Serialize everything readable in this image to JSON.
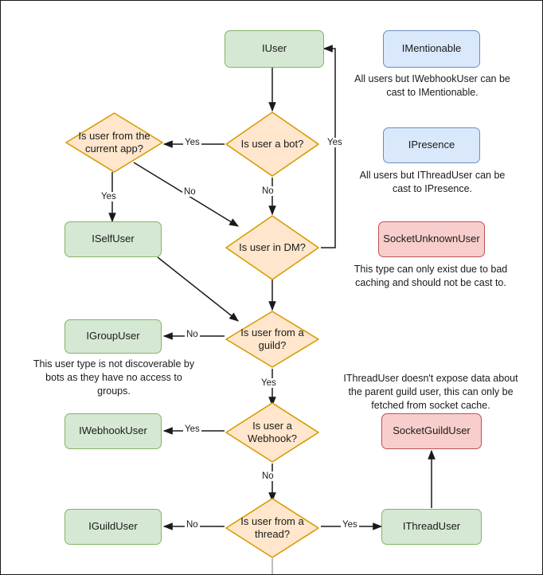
{
  "diagram": {
    "title_hidden": "",
    "colors": {
      "green_fill": "#d5e8d4",
      "green_stroke": "#82b366",
      "blue_fill": "#dae8fc",
      "blue_stroke": "#6c8ebf",
      "red_fill": "#f8cecc",
      "red_stroke": "#b85450",
      "orange_fill": "#ffe6cc",
      "orange_stroke": "#d79b00",
      "edge_stroke": "#1a1a1a",
      "canvas_border": "#1a1a1a"
    },
    "nodes": {
      "iuser": "IUser",
      "is_bot": "Is user a bot?",
      "is_current_app": "Is user from the current app?",
      "iselfuser": "ISelfUser",
      "is_dm": "Is user in DM?",
      "igroupuser": "IGroupUser",
      "is_guild": "Is user from a guild?",
      "iwebhookuser": "IWebhookUser",
      "is_webhook": "Is user a Webhook?",
      "iguilduser": "IGuildUser",
      "is_thread": "Is user from a thread?",
      "ithreaduser": "IThreadUser",
      "imentionable": "IMentionable",
      "ipresence": "IPresence",
      "socketunknownuser": "SocketUnknownUser",
      "socketguilduser": "SocketGuildUser"
    },
    "captions": {
      "imentionable": "All users but IWebhookUser can be cast to IMentionable.",
      "ipresence": "All users but IThreadUser can be cast to IPresence.",
      "socketunknownuser": "This type can only exist due to bad caching and should not be cast to.",
      "igroupuser": "This user type is not discoverable by bots as they have no access to groups.",
      "socketguilduser": "IThreadUser doesn't expose data about the parent guild user, this can only be fetched from socket cache."
    },
    "edge_labels": {
      "bot_yes": "Yes",
      "bot_no": "No",
      "dm_yes": "Yes",
      "app_yes": "Yes",
      "app_no": "No",
      "guild_no": "No",
      "guild_yes": "Yes",
      "webhook_yes": "Yes",
      "webhook_no": "No",
      "thread_no": "No",
      "thread_yes": "Yes"
    }
  },
  "chart_data": {
    "type": "table",
    "title": "Discord.Net user type resolution flowchart",
    "nodes": [
      {
        "id": "IUser",
        "kind": "terminal",
        "color": "green"
      },
      {
        "id": "Is user a bot?",
        "kind": "decision",
        "color": "orange"
      },
      {
        "id": "Is user from the current app?",
        "kind": "decision",
        "color": "orange"
      },
      {
        "id": "ISelfUser",
        "kind": "terminal",
        "color": "green"
      },
      {
        "id": "Is user in DM?",
        "kind": "decision",
        "color": "orange"
      },
      {
        "id": "IGroupUser",
        "kind": "terminal",
        "color": "green"
      },
      {
        "id": "Is user from a guild?",
        "kind": "decision",
        "color": "orange"
      },
      {
        "id": "IWebhookUser",
        "kind": "terminal",
        "color": "green"
      },
      {
        "id": "Is user a Webhook?",
        "kind": "decision",
        "color": "orange"
      },
      {
        "id": "IGuildUser",
        "kind": "terminal",
        "color": "green"
      },
      {
        "id": "Is user from a thread?",
        "kind": "decision",
        "color": "orange"
      },
      {
        "id": "IThreadUser",
        "kind": "terminal",
        "color": "green"
      },
      {
        "id": "IMentionable",
        "kind": "legend",
        "color": "blue"
      },
      {
        "id": "IPresence",
        "kind": "legend",
        "color": "blue"
      },
      {
        "id": "SocketUnknownUser",
        "kind": "legend",
        "color": "red"
      },
      {
        "id": "SocketGuildUser",
        "kind": "legend",
        "color": "red"
      }
    ],
    "edges": [
      {
        "from": "IUser",
        "to": "Is user a bot?",
        "label": ""
      },
      {
        "from": "Is user a bot?",
        "to": "Is user from the current app?",
        "label": "Yes"
      },
      {
        "from": "Is user a bot?",
        "to": "Is user in DM?",
        "label": "No"
      },
      {
        "from": "Is user from the current app?",
        "to": "ISelfUser",
        "label": "Yes"
      },
      {
        "from": "Is user from the current app?",
        "to": "Is user in DM?",
        "label": "No"
      },
      {
        "from": "Is user in DM?",
        "to": "IUser",
        "label": "Yes"
      },
      {
        "from": "Is user in DM?",
        "to": "Is user from a guild?",
        "label": ""
      },
      {
        "from": "ISelfUser",
        "to": "Is user from a guild?",
        "label": ""
      },
      {
        "from": "Is user from a guild?",
        "to": "IGroupUser",
        "label": "No"
      },
      {
        "from": "Is user from a guild?",
        "to": "Is user a Webhook?",
        "label": "Yes"
      },
      {
        "from": "Is user a Webhook?",
        "to": "IWebhookUser",
        "label": "Yes"
      },
      {
        "from": "Is user a Webhook?",
        "to": "Is user from a thread?",
        "label": "No"
      },
      {
        "from": "Is user from a thread?",
        "to": "IGuildUser",
        "label": "No"
      },
      {
        "from": "Is user from a thread?",
        "to": "IThreadUser",
        "label": "Yes"
      },
      {
        "from": "IThreadUser",
        "to": "SocketGuildUser",
        "label": ""
      }
    ]
  }
}
